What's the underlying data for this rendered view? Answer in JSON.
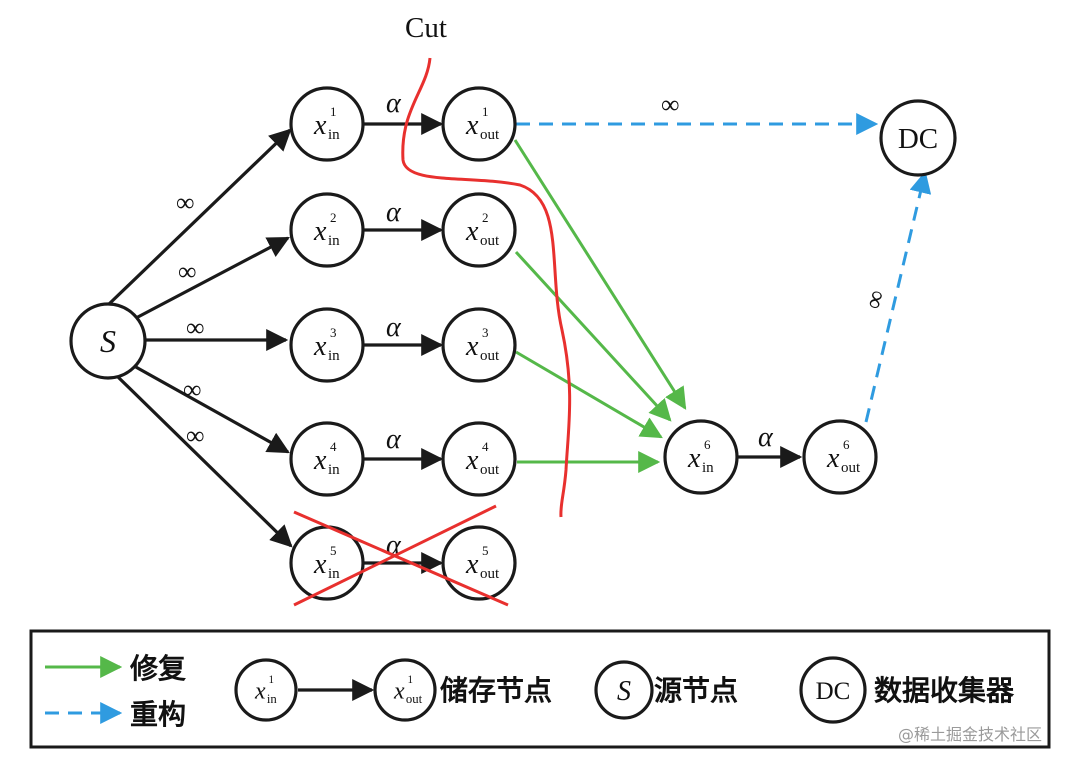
{
  "cut": {
    "label": "Cut",
    "color": "#e8302e"
  },
  "edge_labels": {
    "inf": "∞",
    "alpha": "α"
  },
  "colors": {
    "repair": "#55b849",
    "rebuild": "#2f9be0",
    "failed": "#e8302e",
    "ink": "#1a1a1a"
  },
  "nodes": {
    "source": "S",
    "collector": "DC",
    "var": "x",
    "in_sub": "in",
    "out_sub": "out",
    "storage": [
      {
        "sup": "1",
        "failed": false
      },
      {
        "sup": "2",
        "failed": false
      },
      {
        "sup": "3",
        "failed": false
      },
      {
        "sup": "4",
        "failed": false
      },
      {
        "sup": "5",
        "failed": true
      },
      {
        "sup": "6",
        "failed": false
      }
    ]
  },
  "legend": {
    "repair": "修复",
    "rebuild": "重构",
    "storage_node": "储存节点",
    "source_node": "源节点",
    "collector_node": "数据收集器",
    "sample_sup": "1"
  },
  "watermark": "@稀土掘金技术社区"
}
